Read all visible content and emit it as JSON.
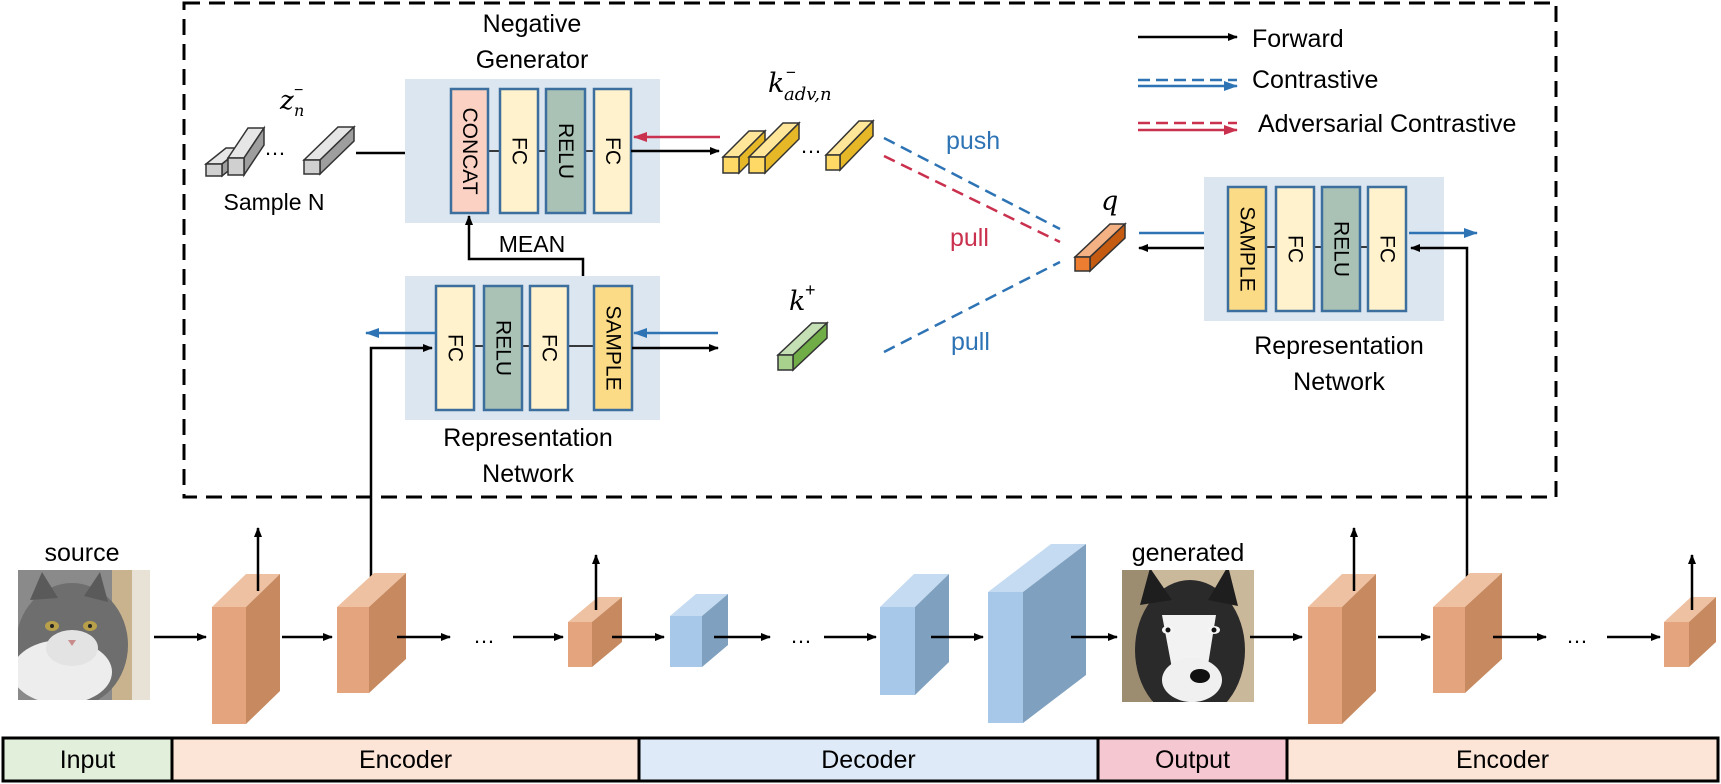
{
  "colors": {
    "enc_front": "#E4A57E",
    "enc_side": "#C7895F",
    "enc_top": "#EEC1A2",
    "dec_front": "#A7C8E8",
    "dec_side": "#7FA1BF",
    "dec_top": "#C4DBF1",
    "panel": "#DCE6F1",
    "fc": "#FFF2CC",
    "relu": "#A9C2B5",
    "sample": "#FCDB86",
    "concat": "#FAD1C2",
    "block_border": "#3C6F9E",
    "forward": "#000000",
    "contrastive": "#2E74B5",
    "adversarial": "#C9314E",
    "seg_input": "#E2EFDA",
    "seg_encoder": "#FCE4D6",
    "seg_decoder": "#DEEAF7",
    "seg_output": "#F4C7D1"
  },
  "legend": [
    {
      "label": "Forward",
      "kind": "forward"
    },
    {
      "label": "Contrastive",
      "kind": "contrastive"
    },
    {
      "label": "Adversarial Contrastive",
      "kind": "adversarial"
    }
  ],
  "negative_generator": {
    "title_line1": "Negative",
    "title_line2": "Generator",
    "blocks": [
      "CONCAT",
      "FC",
      "RELU",
      "FC"
    ]
  },
  "rep_net_left": {
    "title_line1": "Representation",
    "title_line2": "Network",
    "blocks": [
      "FC",
      "RELU",
      "FC",
      "SAMPLE"
    ]
  },
  "rep_net_right": {
    "title_line1": "Representation",
    "title_line2": "Network",
    "blocks": [
      "SAMPLE",
      "FC",
      "RELU",
      "FC"
    ]
  },
  "labels": {
    "sample_n": "Sample N",
    "mean": "MEAN",
    "push": "push",
    "pull_adv": "pull",
    "pull_pos": "pull",
    "z_neg": "z",
    "z_neg_sub": "n",
    "z_neg_sup": "−",
    "k_adv": "k",
    "k_adv_sub": "adv,n",
    "k_adv_sup": "−",
    "k_pos": "k",
    "k_pos_sup": "+",
    "q": "q",
    "source": "source",
    "generated": "generated",
    "ellipsis": "…"
  },
  "stage_bar": [
    {
      "label": "Input",
      "kind": "seg_input"
    },
    {
      "label": "Encoder",
      "kind": "seg_encoder"
    },
    {
      "label": "Decoder",
      "kind": "seg_decoder"
    },
    {
      "label": "Output",
      "kind": "seg_output"
    },
    {
      "label": "Encoder",
      "kind": "seg_encoder"
    }
  ]
}
